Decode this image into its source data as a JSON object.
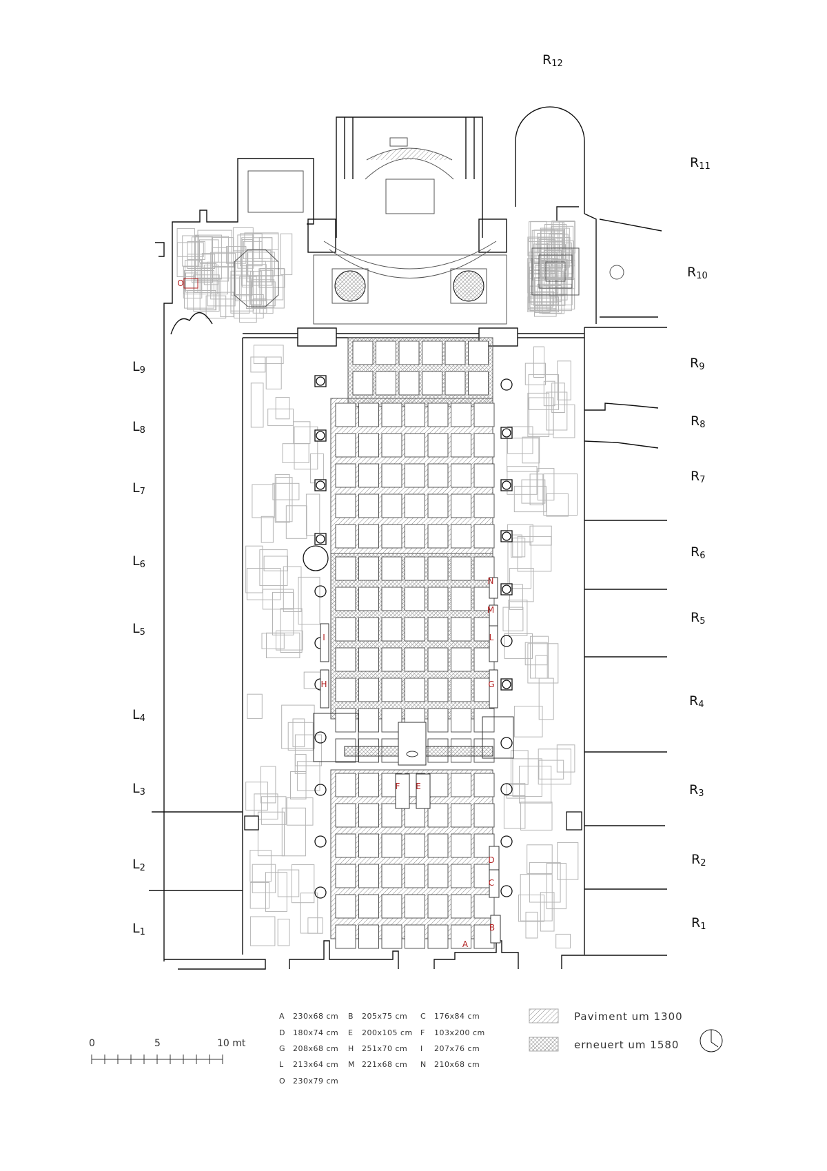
{
  "bays_left": [
    {
      "base": "L",
      "num": "9"
    },
    {
      "base": "L",
      "num": "8"
    },
    {
      "base": "L",
      "num": "7"
    },
    {
      "base": "L",
      "num": "6"
    },
    {
      "base": "L",
      "num": "5"
    },
    {
      "base": "L",
      "num": "4"
    },
    {
      "base": "L",
      "num": "3"
    },
    {
      "base": "L",
      "num": "2"
    },
    {
      "base": "L",
      "num": "1"
    }
  ],
  "bays_right": [
    {
      "base": "R",
      "num": "12"
    },
    {
      "base": "R",
      "num": "11"
    },
    {
      "base": "R",
      "num": "10"
    },
    {
      "base": "R",
      "num": "9"
    },
    {
      "base": "R",
      "num": "8"
    },
    {
      "base": "R",
      "num": "7"
    },
    {
      "base": "R",
      "num": "6"
    },
    {
      "base": "R",
      "num": "5"
    },
    {
      "base": "R",
      "num": "4"
    },
    {
      "base": "R",
      "num": "3"
    },
    {
      "base": "R",
      "num": "2"
    },
    {
      "base": "R",
      "num": "1"
    }
  ],
  "slab_markers": [
    "O",
    "N",
    "M",
    "L",
    "I",
    "H",
    "G",
    "F",
    "E",
    "D",
    "C",
    "B",
    "A"
  ],
  "slab_dimensions": [
    {
      "letter": "A",
      "size": "230x68 cm"
    },
    {
      "letter": "B",
      "size": "205x75 cm"
    },
    {
      "letter": "C",
      "size": "176x84 cm"
    },
    {
      "letter": "D",
      "size": "180x74 cm"
    },
    {
      "letter": "E",
      "size": "200x105 cm"
    },
    {
      "letter": "F",
      "size": "103x200 cm"
    },
    {
      "letter": "G",
      "size": "208x68 cm"
    },
    {
      "letter": "H",
      "size": "251x70 cm"
    },
    {
      "letter": "I",
      "size": "207x76 cm"
    },
    {
      "letter": "L",
      "size": "213x64 cm"
    },
    {
      "letter": "M",
      "size": "221x68 cm"
    },
    {
      "letter": "N",
      "size": "210x68 cm"
    },
    {
      "letter": "O",
      "size": "230x79 cm"
    }
  ],
  "pavement_key": [
    {
      "label": "Paviment um 1300",
      "hatch": "light"
    },
    {
      "label": "erneuert um 1580",
      "hatch": "dense"
    }
  ],
  "scale_bar": {
    "ticks": [
      "0",
      "5",
      "10 mt"
    ]
  },
  "colors": {
    "line": "#111111",
    "faint": "#b4b4b4",
    "label_red": "#b22222",
    "hatch": "#8a8a8a"
  }
}
